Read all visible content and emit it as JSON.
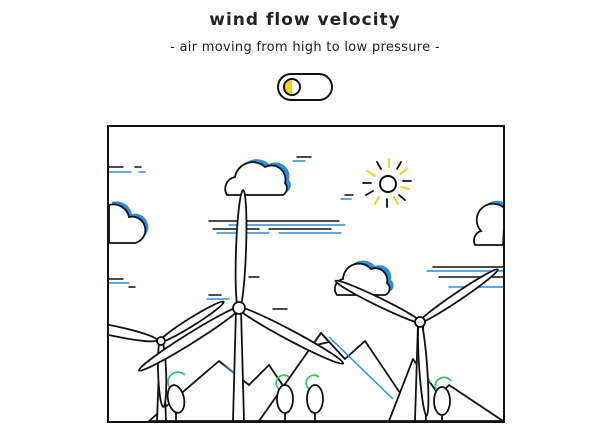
{
  "header": {
    "title": "wind flow velocity",
    "subtitle": "- air moving from high to low pressure -"
  },
  "toggle": {
    "state": "off"
  },
  "colors": {
    "ink": "#111111",
    "accent_blue": "#2a8fd6",
    "sun_yellow": "#f5d02a",
    "leaf_green": "#3cc46b"
  },
  "scene": {
    "icons": [
      "cloud-icon",
      "sun-icon",
      "wind-turbine-icon",
      "mountain-icon",
      "tree-icon"
    ]
  }
}
